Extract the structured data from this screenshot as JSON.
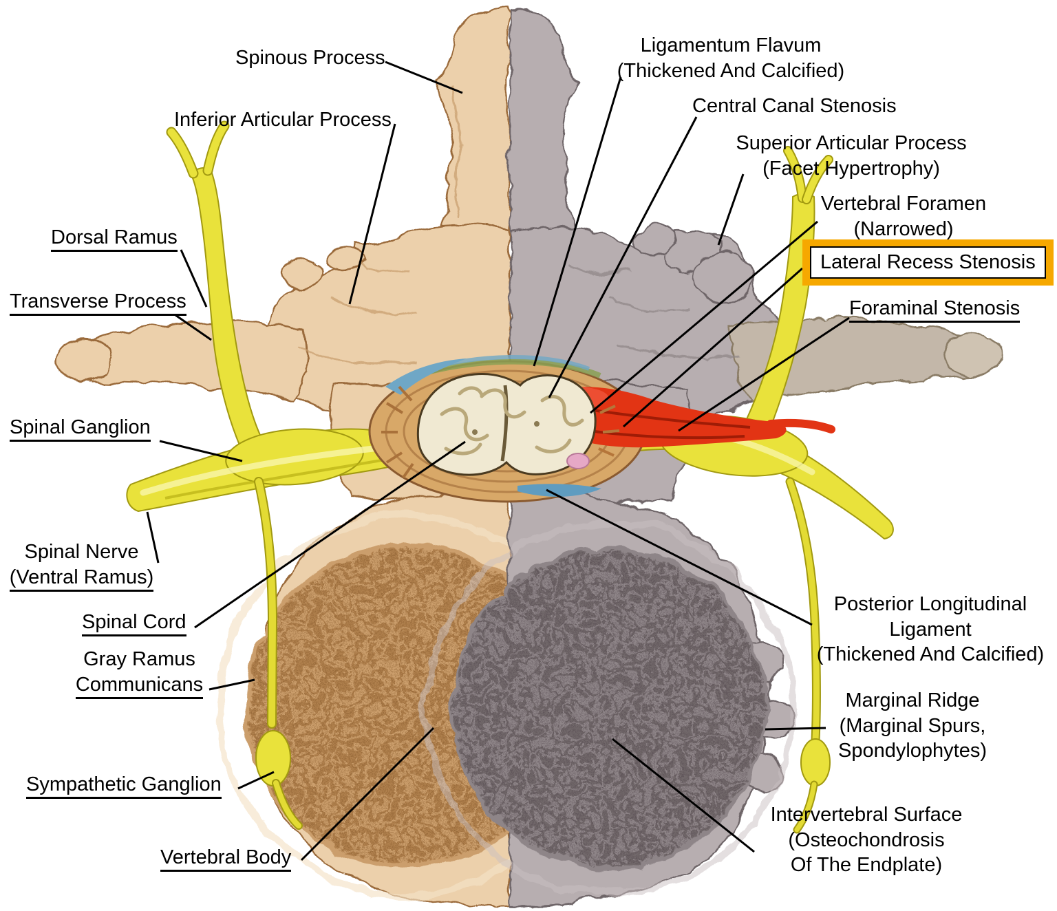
{
  "figure": {
    "description": "Lumbar vertebra, axial view: healthy half (left) and degenerative spinal stenosis half (right)",
    "colors": {
      "background": "#ffffff",
      "healthy_bone": "#ecd0ab",
      "degenerated_bone": "#b7aeb0",
      "nerve_yellow": "#e9e23b",
      "inflammation_red": "#e23414",
      "highlight_orange": "#f6a800",
      "label_text": "#000000"
    }
  },
  "labels": {
    "left": [
      {
        "id": "spinous-process",
        "lines": [
          "Spinous Process"
        ]
      },
      {
        "id": "inferior-articular-process",
        "lines": [
          "Inferior Articular Process"
        ]
      },
      {
        "id": "dorsal-ramus",
        "lines": [
          "Dorsal Ramus"
        ]
      },
      {
        "id": "transverse-process",
        "lines": [
          "Transverse Process"
        ]
      },
      {
        "id": "spinal-ganglion",
        "lines": [
          "Spinal Ganglion"
        ]
      },
      {
        "id": "spinal-nerve",
        "lines": [
          "Spinal Nerve",
          "(Ventral Ramus)"
        ]
      },
      {
        "id": "spinal-cord",
        "lines": [
          "Spinal Cord"
        ]
      },
      {
        "id": "gray-ramus-communicans",
        "lines": [
          "Gray Ramus",
          "Communicans"
        ]
      },
      {
        "id": "sympathetic-ganglion",
        "lines": [
          "Sympathetic Ganglion"
        ]
      },
      {
        "id": "vertebral-body",
        "lines": [
          "Vertebral Body"
        ]
      }
    ],
    "right": [
      {
        "id": "ligamentum-flavum",
        "lines": [
          "Ligamentum Flavum",
          "(Thickened And Calcified)"
        ]
      },
      {
        "id": "central-canal-stenosis",
        "lines": [
          "Central Canal Stenosis"
        ]
      },
      {
        "id": "superior-articular-process",
        "lines": [
          "Superior Articular Process",
          "(Facet Hypertrophy)"
        ]
      },
      {
        "id": "vertebral-foramen",
        "lines": [
          "Vertebral Foramen",
          "(Narrowed)"
        ]
      },
      {
        "id": "lateral-recess-stenosis",
        "lines": [
          "Lateral Recess Stenosis"
        ],
        "highlighted": true
      },
      {
        "id": "foraminal-stenosis",
        "lines": [
          "Foraminal Stenosis"
        ]
      },
      {
        "id": "posterior-longitudinal-ligament",
        "lines": [
          "Posterior Longitudinal",
          "Ligament",
          "(Thickened And Calcified)"
        ]
      },
      {
        "id": "marginal-ridge",
        "lines": [
          "Marginal Ridge",
          "(Marginal Spurs,",
          "Spondylophytes)"
        ]
      },
      {
        "id": "intervertebral-surface",
        "lines": [
          "Intervertebral Surface",
          "(Osteochondrosis",
          "Of The Endplate)"
        ]
      }
    ]
  }
}
